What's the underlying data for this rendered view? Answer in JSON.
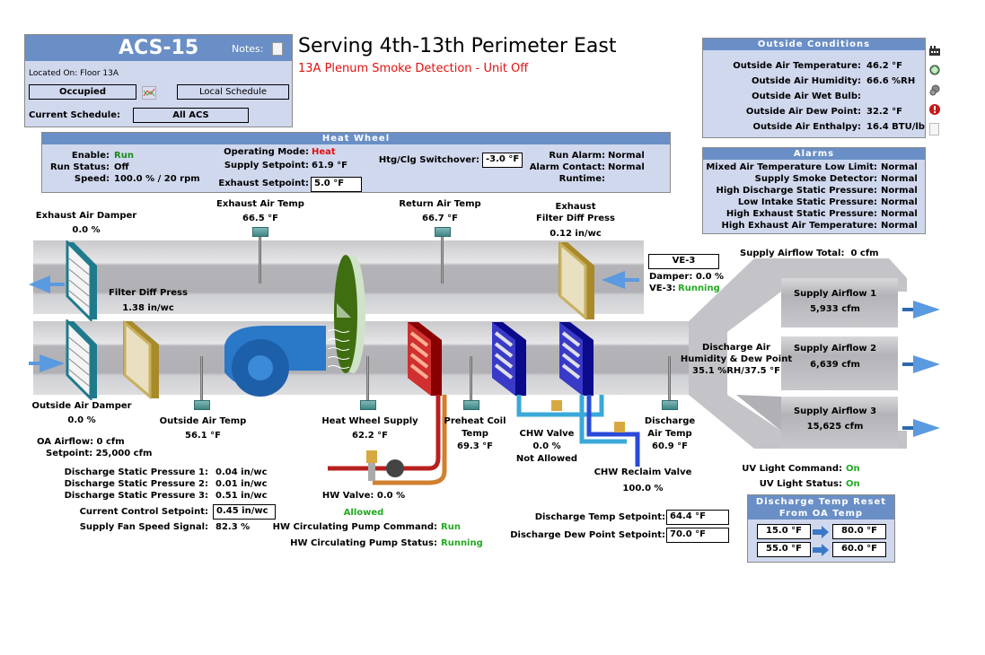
{
  "header": {
    "unit_name": "ACS-15",
    "notes_label": "Notes:",
    "located_on": "Located On: Floor 13A",
    "occupancy_button": "Occupied",
    "local_schedule_button": "Local Schedule",
    "current_schedule_label": "Current Schedule:",
    "current_schedule_value": "All ACS"
  },
  "title": {
    "main": "Serving 4th-13th Perimeter East",
    "alert": "13A Plenum Smoke Detection - Unit Off"
  },
  "outside_conditions": {
    "title": "Outside Conditions",
    "rows": [
      {
        "label": "Outside Air Temperature:",
        "value": "46.2 °F"
      },
      {
        "label": "Outside Air Humidity:",
        "value": "66.6 %RH"
      },
      {
        "label": "Outside Air Wet Bulb:",
        "value": ""
      },
      {
        "label": "Outside Air Dew Point:",
        "value": "32.2 °F"
      },
      {
        "label": "Outside Air Enthalpy:",
        "value": "16.4 BTU/lb"
      }
    ]
  },
  "side_icons": [
    "building-icon",
    "recycle-icon",
    "gears-icon",
    "alarm-icon",
    "document-icon"
  ],
  "alarms": {
    "title": "Alarms",
    "rows": [
      {
        "label": "Mixed Air Temperature Low Limit:",
        "value": "Normal"
      },
      {
        "label": "Supply Smoke Detector:",
        "value": "Normal"
      },
      {
        "label": "High Discharge Static Pressure:",
        "value": "Normal"
      },
      {
        "label": "Low Intake Static Pressure:",
        "value": "Normal"
      },
      {
        "label": "High Exhaust Static Pressure:",
        "value": "Normal"
      },
      {
        "label": "High Exhaust Air Temperature:",
        "value": "Normal"
      }
    ]
  },
  "heat_wheel": {
    "title": "Heat Wheel",
    "enable_label": "Enable:",
    "enable_value": "Run",
    "run_status_label": "Run Status:",
    "run_status_value": "Off",
    "speed_label": "Speed:",
    "speed_value": "100.0 % / 20 rpm",
    "operating_mode_label": "Operating Mode:",
    "operating_mode_value": "Heat",
    "supply_setpoint_label": "Supply Setpoint:",
    "supply_setpoint_value": "61.9 °F",
    "exhaust_setpoint_label": "Exhaust Setpoint:",
    "exhaust_setpoint_value": "5.0 °F",
    "switchover_label": "Htg/Clg Switchover:",
    "switchover_value": "-3.0 °F",
    "run_alarm_label": "Run Alarm:",
    "run_alarm_value": "Normal",
    "alarm_contact_label": "Alarm Contact:",
    "alarm_contact_value": "Normal",
    "runtime_label": "Runtime:",
    "runtime_value": ""
  },
  "diagram": {
    "exhaust_air_damper": {
      "label": "Exhaust Air Damper",
      "value": "0.0 %"
    },
    "exhaust_air_temp": {
      "label": "Exhaust Air Temp",
      "value": "66.5 °F"
    },
    "return_air_temp": {
      "label": "Return Air Temp",
      "value": "66.7 °F"
    },
    "exhaust_filter": {
      "label1": "Exhaust",
      "label2": "Filter Diff Press",
      "value": "0.12 in/wc"
    },
    "filter_diff_press": {
      "label": "Filter Diff Press",
      "value": "1.38 in/wc"
    },
    "ve3": {
      "title": "VE-3",
      "damper": "Damper: 0.0 %",
      "status_label": "VE-3:",
      "status_value": "Running"
    },
    "supply_airflow_total": "Supply Airflow Total:  0 cfm",
    "supply_airflow": [
      {
        "label": "Supply Airflow 1",
        "value": "5,933 cfm"
      },
      {
        "label": "Supply Airflow 2",
        "value": "6,639 cfm"
      },
      {
        "label": "Supply Airflow 3",
        "value": "15,625 cfm"
      }
    ],
    "discharge_humidity": {
      "label1": "Discharge Air",
      "label2": "Humidity & Dew Point",
      "value": "35.1 %RH/37.5 °F"
    },
    "outside_air_damper": {
      "label": "Outside Air Damper",
      "value": "0.0 %"
    },
    "outside_air_temp": {
      "label": "Outside Air Temp",
      "value": "56.1 °F"
    },
    "heat_wheel_supply": {
      "label": "Heat Wheel Supply",
      "value": "62.2 °F"
    },
    "preheat_coil": {
      "label1": "Preheat Coil",
      "label2": "Temp",
      "value": "69.3 °F"
    },
    "chw_valve": {
      "label": "CHW Valve",
      "value": "0.0 %",
      "status": "Not Allowed"
    },
    "discharge_air_temp": {
      "label1": "Discharge",
      "label2": "Air Temp",
      "value": "60.9 °F"
    },
    "chw_reclaim_valve": {
      "label": "CHW Reclaim Valve",
      "value": "100.0 %"
    },
    "hw_valve": {
      "label": "HW Valve: 0.0 %",
      "status": "Allowed"
    }
  },
  "oa": {
    "airflow": "OA Airflow: 0 cfm",
    "setpoint": "Setpoint: 25,000 cfm"
  },
  "static": {
    "rows": [
      {
        "label": "Discharge Static Pressure 1:",
        "value": "0.04 in/wc"
      },
      {
        "label": "Discharge Static Pressure 2:",
        "value": "0.01 in/wc"
      },
      {
        "label": "Discharge Static Pressure 3:",
        "value": "0.51 in/wc"
      }
    ],
    "control_setpoint_label": "Current Control Setpoint:",
    "control_setpoint_value": "0.45 in/wc",
    "fan_speed_label": "Supply Fan Speed Signal:",
    "fan_speed_value": "82.3 %"
  },
  "hw_pump": {
    "command_label": "HW Circulating Pump Command:",
    "command_value": "Run",
    "status_label": "HW Circulating Pump Status:",
    "status_value": "Running"
  },
  "discharge_setpoints": {
    "temp_label": "Discharge Temp Setpoint:",
    "temp_value": "64.4 °F",
    "dew_label": "Discharge Dew Point Setpoint:",
    "dew_value": "70.0 °F"
  },
  "uv": {
    "command_label": "UV Light Command:",
    "command_value": "On",
    "status_label": "UV Light Status:",
    "status_value": "On"
  },
  "reset": {
    "title1": "Discharge Temp Reset",
    "title2": "From OA Temp",
    "rows": [
      {
        "from": "15.0 °F",
        "to": "80.0 °F"
      },
      {
        "from": "55.0 °F",
        "to": "60.0 °F"
      }
    ]
  },
  "colors": {
    "panel_bg": "#d0d8ee",
    "panel_header": "#6a8fc6",
    "status_green": "#22aa22",
    "alert_red": "#e01010"
  }
}
